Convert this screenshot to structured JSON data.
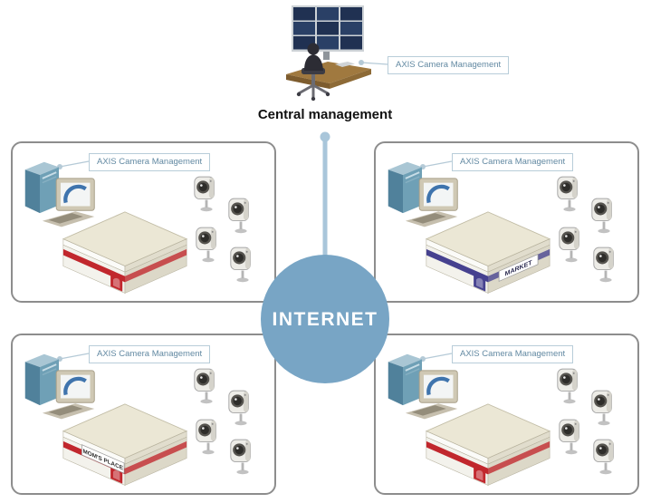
{
  "header": {
    "central_label": "Central management",
    "callout_label": "AXIS Camera Management"
  },
  "internet": {
    "label": "INTERNET"
  },
  "colors": {
    "internet_circle": "#78a5c5",
    "connector_line": "#a9c6da",
    "callout_border": "#b8cdd9",
    "callout_text": "#6289a2",
    "panel_border": "#8d8d8d",
    "red_stripe": "#c1272d",
    "purple_stripe": "#46418f"
  },
  "sites": [
    {
      "name": "top-left",
      "callout": "AXIS Camera Management",
      "stripe": "#c1272d",
      "sign": ""
    },
    {
      "name": "top-right",
      "callout": "AXIS Camera Management",
      "stripe": "#46418f",
      "sign": "MARKET"
    },
    {
      "name": "bottom-left",
      "callout": "AXIS Camera Management",
      "stripe": "#c1272d",
      "sign": "MOM'S PLACE"
    },
    {
      "name": "bottom-right",
      "callout": "AXIS Camera Management",
      "stripe": "#c1272d",
      "sign": ""
    }
  ]
}
